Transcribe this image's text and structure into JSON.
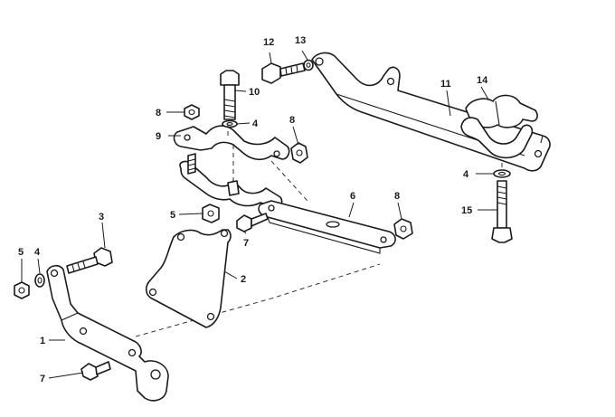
{
  "diagram": {
    "callouts": [
      {
        "id": "c12",
        "label": "12"
      },
      {
        "id": "c13",
        "label": "13"
      },
      {
        "id": "c10",
        "label": "10"
      },
      {
        "id": "c8a",
        "label": "8"
      },
      {
        "id": "c4a",
        "label": "4"
      },
      {
        "id": "c9",
        "label": "9"
      },
      {
        "id": "c8b",
        "label": "8"
      },
      {
        "id": "c11",
        "label": "11"
      },
      {
        "id": "c14",
        "label": "14"
      },
      {
        "id": "c4b",
        "label": "4"
      },
      {
        "id": "c15",
        "label": "15"
      },
      {
        "id": "c6",
        "label": "6"
      },
      {
        "id": "c8c",
        "label": "8"
      },
      {
        "id": "c5a",
        "label": "5"
      },
      {
        "id": "c7a",
        "label": "7"
      },
      {
        "id": "c3",
        "label": "3"
      },
      {
        "id": "c5b",
        "label": "5"
      },
      {
        "id": "c4c",
        "label": "4"
      },
      {
        "id": "c2",
        "label": "2"
      },
      {
        "id": "c1",
        "label": "1"
      },
      {
        "id": "c7b",
        "label": "7"
      }
    ]
  }
}
